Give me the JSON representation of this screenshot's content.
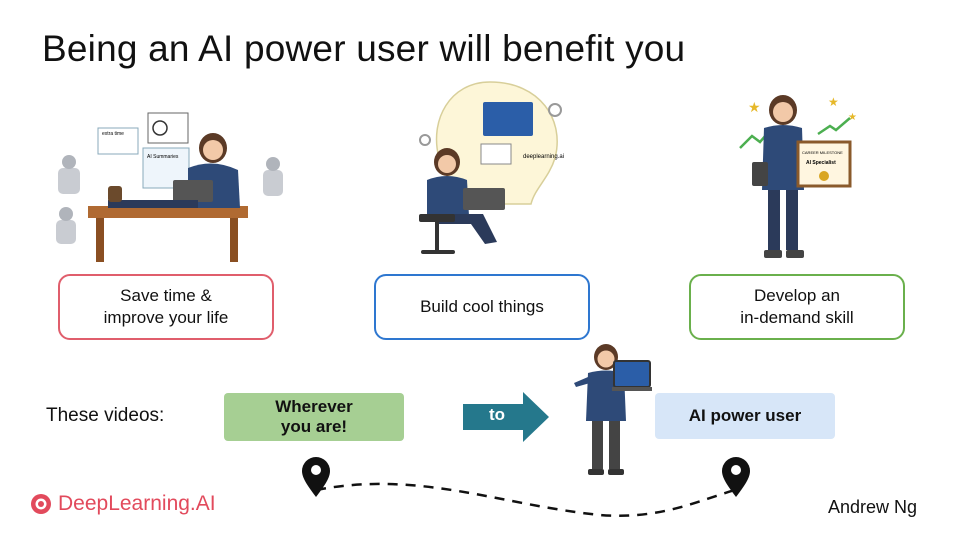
{
  "title": "Being an AI power user will benefit you",
  "benefits": [
    {
      "label_line1": "Save time &",
      "label_line2": "improve your life",
      "color": "#e05e6c"
    },
    {
      "label_line1": "Build cool things",
      "label_line2": "",
      "color": "#2e77d0"
    },
    {
      "label_line1": "Develop an",
      "label_line2": "in-demand skill",
      "color": "#6ab04c"
    }
  ],
  "illustration1": {
    "text_top": "extra time",
    "text_summary": "AI Summaries"
  },
  "illustration2": {
    "text": "deeplearning.ai"
  },
  "illustration3": {
    "text_line1": "CAREER MILESTONE",
    "text_line2": "AI Specialist"
  },
  "journey": {
    "intro": "These videos:",
    "start_line1": "Wherever",
    "start_line2": "you are!",
    "arrow_label": "to",
    "end": "AI power user",
    "start_color": "#a6cf93",
    "arrow_color": "#25788c",
    "end_color": "#d7e6f8"
  },
  "footer": {
    "brand": "DeepLearning.AI",
    "author": "Andrew Ng",
    "brand_color": "#e24a5c"
  }
}
